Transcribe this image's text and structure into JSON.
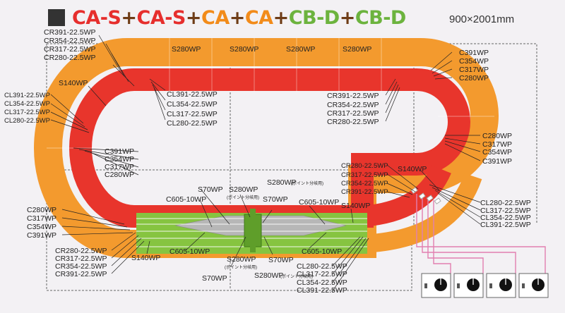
{
  "title": {
    "parts": [
      "CA-S",
      "+",
      "CA-S",
      "+",
      "CA",
      "+",
      "CA",
      "+",
      "CB-D",
      "+",
      "CB-D"
    ],
    "dimensions": "900×2001mm"
  },
  "colors": {
    "inner_red": "#e8352c",
    "outer_orange": "#f39a2e",
    "green": "#86c440",
    "dark_green": "#5f9e2a",
    "wire_pink": "#e27fb0"
  },
  "labels": {
    "tl_cr": [
      "CR391-22.5WP",
      "CR354-22.5WP",
      "CR317-22.5WP",
      "CR280-22.5WP"
    ],
    "tl_s140": "S140WP",
    "tl_cl": [
      "CL391-22.5WP",
      "CL354-22.5WP",
      "CL317-22.5WP",
      "CL280-22.5WP"
    ],
    "top_s280": [
      "S280WP",
      "S280WP",
      "S280WP",
      "S280WP"
    ],
    "top_cl_mid": [
      "CL391-22.5WP",
      "CL354-22.5WP",
      "CL317-22.5WP",
      "CL280-22.5WP"
    ],
    "top_cr_mid": [
      "CR391-22.5WP",
      "CR354-22.5WP",
      "CR317-22.5WP",
      "CR280-22.5WP"
    ],
    "tr_c": [
      "C391WP",
      "C354WP",
      "C317WP",
      "C280WP"
    ],
    "left_c": [
      "C391WP",
      "C354WP",
      "C317WP",
      "C280WP"
    ],
    "right_c": [
      "C280WP",
      "C317WP",
      "C354WP",
      "C391WP"
    ],
    "right_cr": [
      "CR280-22.5WP",
      "CR317-22.5WP",
      "CR354-22.5WP",
      "CR391-22.5WP"
    ],
    "right_s140": "S140WP",
    "right_cl": [
      "CL280-22.5WP",
      "CL317-22.5WP",
      "CL354-22.5WP",
      "CL391-22.5WP"
    ],
    "bl_c": [
      "C280WP",
      "C317WP",
      "C354WP",
      "C391WP"
    ],
    "bl_cr": [
      "CR280-22.5WP",
      "CR317-22.5WP",
      "CR354-22.5WP",
      "CR391-22.5WP"
    ],
    "bl_s140": "S140WP",
    "c605_top": "C605-10WP",
    "c605_bottom": "C605-10WP",
    "c605_right_top": "C605-10WP",
    "c605_right_bottom": "C605-10WP",
    "s70_top": "S70WP",
    "s70_mid": "S70WP",
    "s70_bottom": "S70WP",
    "s70_bottom_right": "S70WP",
    "s280_point_a": "S280WP",
    "s280_point_a_sub": "(ポイント分岐用)",
    "s280_point_b": "S280WP",
    "s280_point_b_sub": "(ポイント分岐用)",
    "s280_point_c": "S280WP",
    "s280_point_c_sub": "(ポイント分岐用)",
    "s280_point_d": "S280WP",
    "s280_point_d_sub": "(ポイント分岐用)",
    "s140_mid_right": "S140WP",
    "bottom_cl": [
      "CL280-22.5WP",
      "CL317-22.5WP",
      "CL354-22.5WP",
      "CL391-22.5WP"
    ]
  }
}
